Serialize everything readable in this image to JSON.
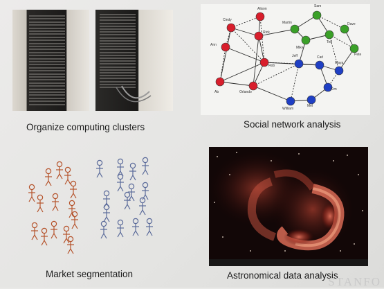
{
  "captions": {
    "clusters": "Organize computing clusters",
    "social": "Social network analysis",
    "market": "Market segmentation",
    "astro": "Astronomical data analysis"
  },
  "watermark": "STANFO",
  "network": {
    "nodes": [
      {
        "label": "Cindy",
        "color": "red"
      },
      {
        "label": "Alison",
        "color": "red"
      },
      {
        "label": "Rick",
        "color": "red"
      },
      {
        "label": "Ann",
        "color": "red"
      },
      {
        "label": "Rob",
        "color": "red"
      },
      {
        "label": "Orlando",
        "color": "red"
      },
      {
        "label": "Ab",
        "color": "red"
      },
      {
        "label": "Martin",
        "color": "green"
      },
      {
        "label": "Sam",
        "color": "green"
      },
      {
        "label": "Mike",
        "color": "green"
      },
      {
        "label": "Dave",
        "color": "green"
      },
      {
        "label": "Pete",
        "color": "green"
      },
      {
        "label": "Ted",
        "color": "green"
      },
      {
        "label": "Jeff",
        "color": "blue"
      },
      {
        "label": "Carl",
        "color": "blue"
      },
      {
        "label": "Maya",
        "color": "blue"
      },
      {
        "label": "Kim",
        "color": "blue"
      },
      {
        "label": "William",
        "color": "blue"
      },
      {
        "label": "Mel",
        "color": "blue"
      }
    ]
  },
  "colors": {
    "red": "#d81e2c",
    "green": "#3aa028",
    "blue": "#1f3fc4",
    "brownStick": "#b5522a",
    "blueStick": "#5a6a9a"
  }
}
